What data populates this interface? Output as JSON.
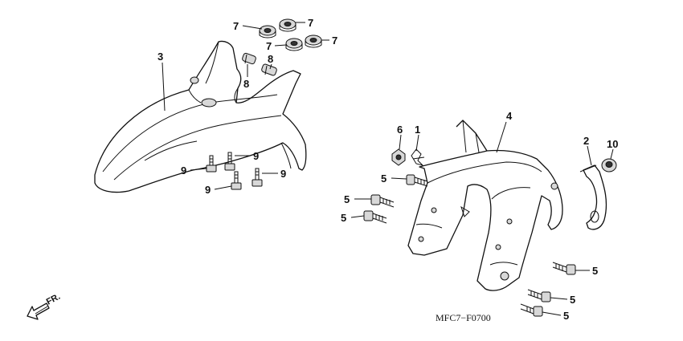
{
  "diagram": {
    "code": "MFC7−F0700",
    "direction_label": "FR.",
    "callouts": [
      {
        "id": "c7a",
        "text": "7"
      },
      {
        "id": "c7b",
        "text": "7"
      },
      {
        "id": "c7c",
        "text": "7"
      },
      {
        "id": "c7d",
        "text": "7"
      },
      {
        "id": "c3",
        "text": "3"
      },
      {
        "id": "c8a",
        "text": "8"
      },
      {
        "id": "c8b",
        "text": "8"
      },
      {
        "id": "c9a",
        "text": "9"
      },
      {
        "id": "c9b",
        "text": "9"
      },
      {
        "id": "c9c",
        "text": "9"
      },
      {
        "id": "c9d",
        "text": "9"
      },
      {
        "id": "c4",
        "text": "4"
      },
      {
        "id": "c6",
        "text": "6"
      },
      {
        "id": "c1",
        "text": "1"
      },
      {
        "id": "c2",
        "text": "2"
      },
      {
        "id": "c10",
        "text": "10"
      },
      {
        "id": "c5a",
        "text": "5"
      },
      {
        "id": "c5b",
        "text": "5"
      },
      {
        "id": "c5c",
        "text": "5"
      },
      {
        "id": "c5d",
        "text": "5"
      },
      {
        "id": "c5e",
        "text": "5"
      },
      {
        "id": "c5f",
        "text": "5"
      }
    ]
  }
}
